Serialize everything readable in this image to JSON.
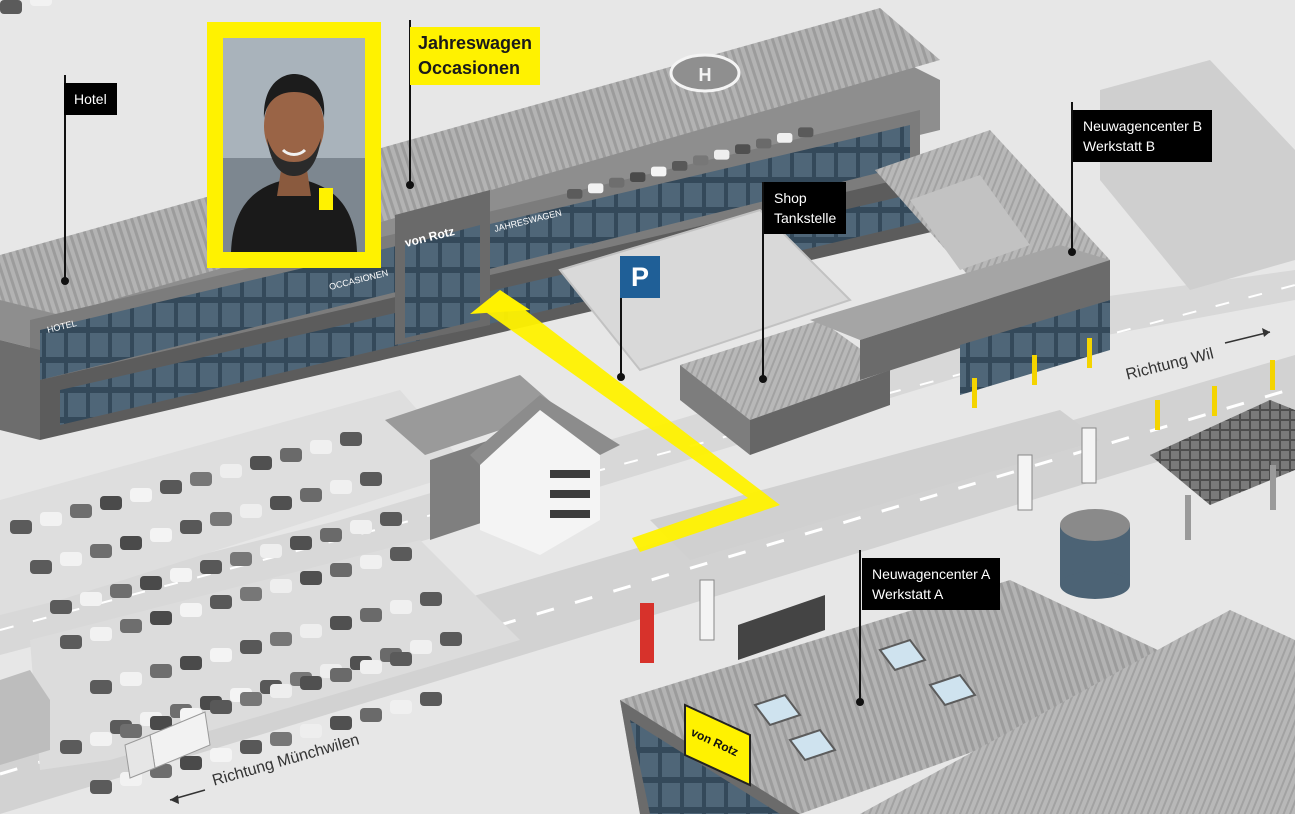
{
  "map": {
    "labels": {
      "hotel": "Hotel",
      "jahreswagen": "Jahreswagen\nOccasionen",
      "shop": "Shop\nTankstelle",
      "center_b": "Neuwagencenter B\nWerkstatt B",
      "center_a": "Neuwagencenter A\nWerkstatt A"
    },
    "parking_sign": "P",
    "roads": {
      "wil": "Richtung Wil",
      "muenchwilen": "Richtung Münchwilen"
    },
    "building_signs": {
      "main_brand": "von Rotz",
      "jahreswagen": "JAHRESWAGEN",
      "occasionen": "OCCASIONEN",
      "hotel": "HOTEL",
      "brand_lower": "von Rotz"
    },
    "helipad_letter": "H",
    "colors": {
      "accent_yellow": "#fff200",
      "label_black": "#000000",
      "parking_blue": "#1f5f97",
      "ground": "#e6e6e6",
      "road": "#d4d4d4",
      "roof": "#a8a8a8",
      "glass": "#3d5060"
    }
  }
}
